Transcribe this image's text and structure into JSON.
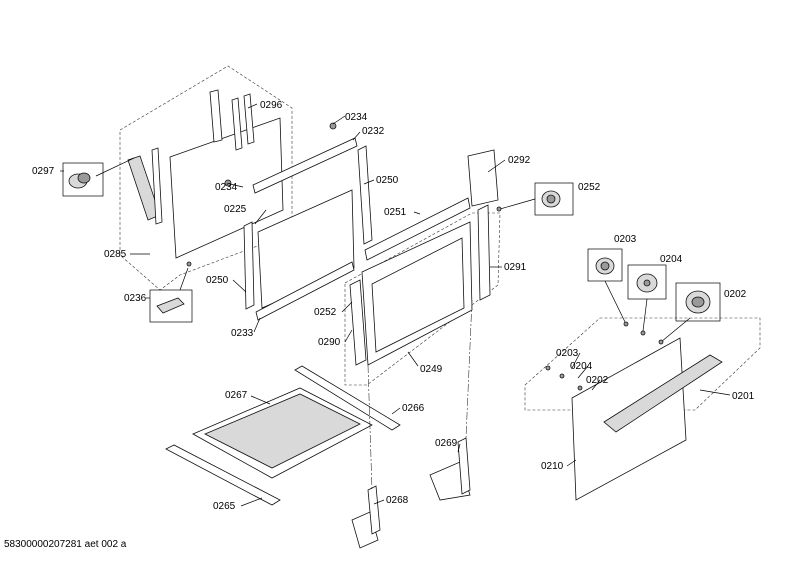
{
  "labels": {
    "p0296": "0296",
    "p0234a": "0234",
    "p0232": "0232",
    "p0297": "0297",
    "p0234b": "0234",
    "p0250a": "0250",
    "p0225": "0225",
    "p0251": "0251",
    "p0292": "0292",
    "p0252a": "0252",
    "p0285": "0285",
    "p0291": "0291",
    "p0236": "0236",
    "p0250b": "0250",
    "p0252b": "0252",
    "p0233": "0233",
    "p0290": "0290",
    "p0249": "0249",
    "p0267": "0267",
    "p0266": "0266",
    "p0269": "0269",
    "p0265": "0265",
    "p0268": "0268",
    "p0203a": "0203",
    "p0204a": "0204",
    "p0202a": "0202",
    "p0203b": "0203",
    "p0204b": "0204",
    "p0202b": "0202",
    "p0201": "0201",
    "p0210": "0210"
  },
  "footer": {
    "code": "58300000207281 aet 002 a"
  }
}
